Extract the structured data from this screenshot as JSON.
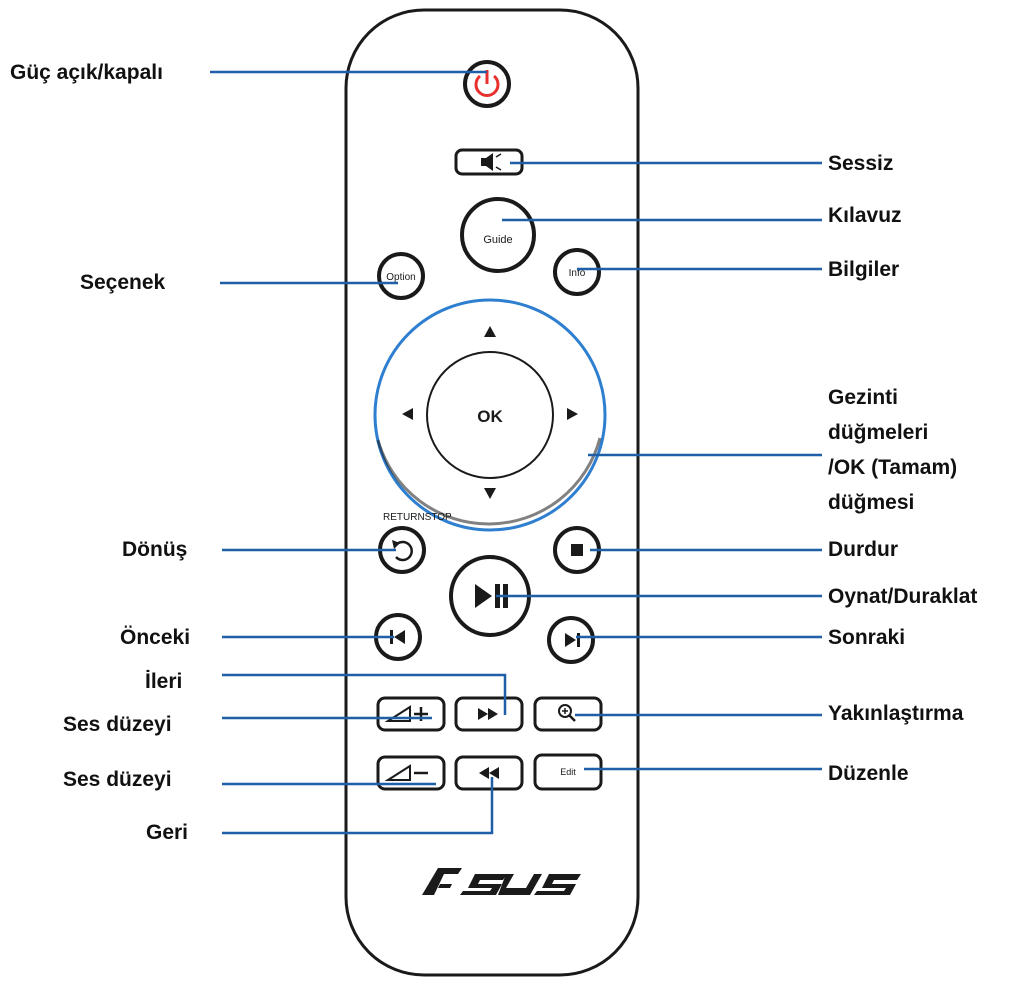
{
  "labels": {
    "power": "Güç açık/kapalı",
    "mute": "Sessiz",
    "guide": "Kılavuz",
    "option": "Seçenek",
    "info": "Bilgiler",
    "nav_line1": "Gezinti",
    "nav_line2": "düğmeleri",
    "nav_line3": "/OK (Tamam)",
    "nav_line4": "düğmesi",
    "return": "Dönüş",
    "stop": "Durdur",
    "play_pause": "Oynat/Duraklat",
    "previous": "Önceki",
    "next": "Sonraki",
    "forward": "İleri",
    "volume_up": "Ses düzeyi",
    "zoom": "Yakınlaştırma",
    "volume_down": "Ses düzeyi",
    "edit": "Düzenle",
    "rewind": "Geri"
  },
  "remote": {
    "guide_text": "Guide",
    "option_text": "Option",
    "info_text": "Info",
    "ok_text": "OK",
    "return_stop_text": "RETURNSTOP",
    "edit_text": "Edit",
    "brand_logo": "ASUS"
  },
  "colors": {
    "leader": "#1e5fa8",
    "power_red": "#e8302e",
    "ring_blue": "#2f7fd0",
    "outline": "#1a1a1a"
  }
}
